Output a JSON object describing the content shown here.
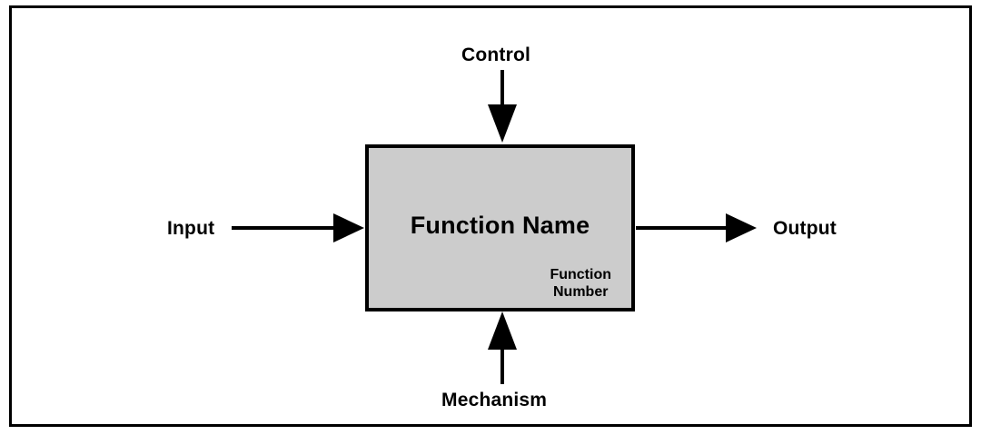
{
  "diagram": {
    "type": "IDEF0 function box",
    "box": {
      "title": "Function Name",
      "number_line1": "Function",
      "number_line2": "Number",
      "fill_color": "#CCCCCC",
      "border_color": "#000000"
    },
    "arrows": {
      "input": {
        "label": "Input",
        "direction": "right",
        "enters": "left side"
      },
      "output": {
        "label": "Output",
        "direction": "right",
        "exits": "right side"
      },
      "control": {
        "label": "Control",
        "direction": "down",
        "enters": "top side"
      },
      "mechanism": {
        "label": "Mechanism",
        "direction": "up",
        "enters": "bottom side"
      }
    },
    "frame": {
      "border_color": "#000000",
      "background": "#FFFFFF"
    }
  }
}
